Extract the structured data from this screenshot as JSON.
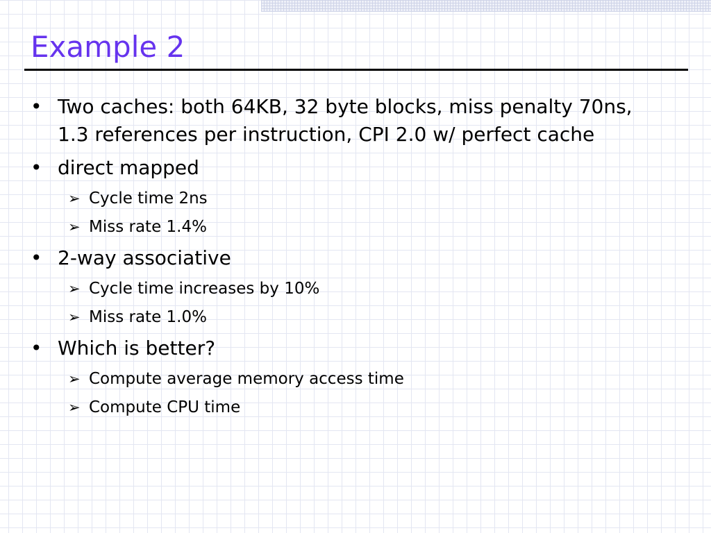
{
  "slide": {
    "title": "Example 2",
    "title_color": "#6633ee",
    "bullet_glyph": "•",
    "sub_bullet_glyph": "➢",
    "bullets": [
      {
        "lines": [
          "Two caches: both 64KB, 32 byte blocks, miss penalty 70ns,",
          "1.3 references per instruction, CPI 2.0 w/ perfect cache"
        ],
        "subs": []
      },
      {
        "lines": [
          "direct mapped"
        ],
        "subs": [
          "Cycle time 2ns",
          "Miss rate 1.4%"
        ]
      },
      {
        "lines": [
          "2-way associative"
        ],
        "subs": [
          "Cycle time increases by 10%",
          "Miss rate 1.0%"
        ]
      },
      {
        "lines": [
          "Which is better?"
        ],
        "subs": [
          "Compute average memory access time",
          "Compute CPU time"
        ]
      }
    ]
  }
}
